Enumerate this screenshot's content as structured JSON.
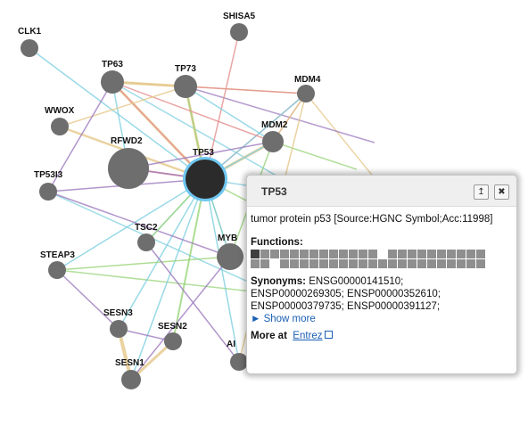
{
  "network": {
    "nodes": [
      {
        "id": "CLK1",
        "label": "CLK1"
      },
      {
        "id": "SHISA5",
        "label": "SHISA5"
      },
      {
        "id": "TP63",
        "label": "TP63"
      },
      {
        "id": "TP73",
        "label": "TP73"
      },
      {
        "id": "MDM4",
        "label": "MDM4"
      },
      {
        "id": "WWOX",
        "label": "WWOX"
      },
      {
        "id": "RFWD2",
        "label": "RFWD2"
      },
      {
        "id": "MDM2",
        "label": "MDM2"
      },
      {
        "id": "TP53",
        "label": "TP53"
      },
      {
        "id": "TP53I3",
        "label": "TP53I3"
      },
      {
        "id": "TSC2",
        "label": "TSC2"
      },
      {
        "id": "MYB",
        "label": "MYB"
      },
      {
        "id": "STEAP3",
        "label": "STEAP3"
      },
      {
        "id": "SESN3",
        "label": "SESN3"
      },
      {
        "id": "SESN2",
        "label": "SESN2"
      },
      {
        "id": "SESN1",
        "label": "SESN1"
      },
      {
        "id": "AI",
        "label": "AI"
      }
    ],
    "colors": {
      "node": "#6e6e6e",
      "query_node": "#2b2b2b",
      "query_ring": "#6ec6f0",
      "edge_physical": "#e58f8f",
      "edge_coexp": "#9e7bbf",
      "edge_pathway": "#7fd0e0",
      "edge_genetic": "#99d57a",
      "edge_shared": "#e6c88a"
    }
  },
  "popup": {
    "title": "TP53",
    "description": "tumor protein p53 [Source:HGNC Symbol;Acc:11998]",
    "functions_label": "Functions:",
    "function_cells": 48,
    "dark_cells": [
      0
    ],
    "light_cells": [
      13,
      26
    ],
    "synonyms_label": "Synonyms:",
    "synonyms_lines": [
      "ENSG00000141510;",
      "ENSP00000269305;  ENSP00000352610;",
      "ENSP00000379735;  ENSP00000391127;"
    ],
    "show_more": "Show more",
    "more_at_label": "More at",
    "more_at_link": "Entrez",
    "pin_icon": "pin-icon",
    "close_icon": "close-icon"
  }
}
